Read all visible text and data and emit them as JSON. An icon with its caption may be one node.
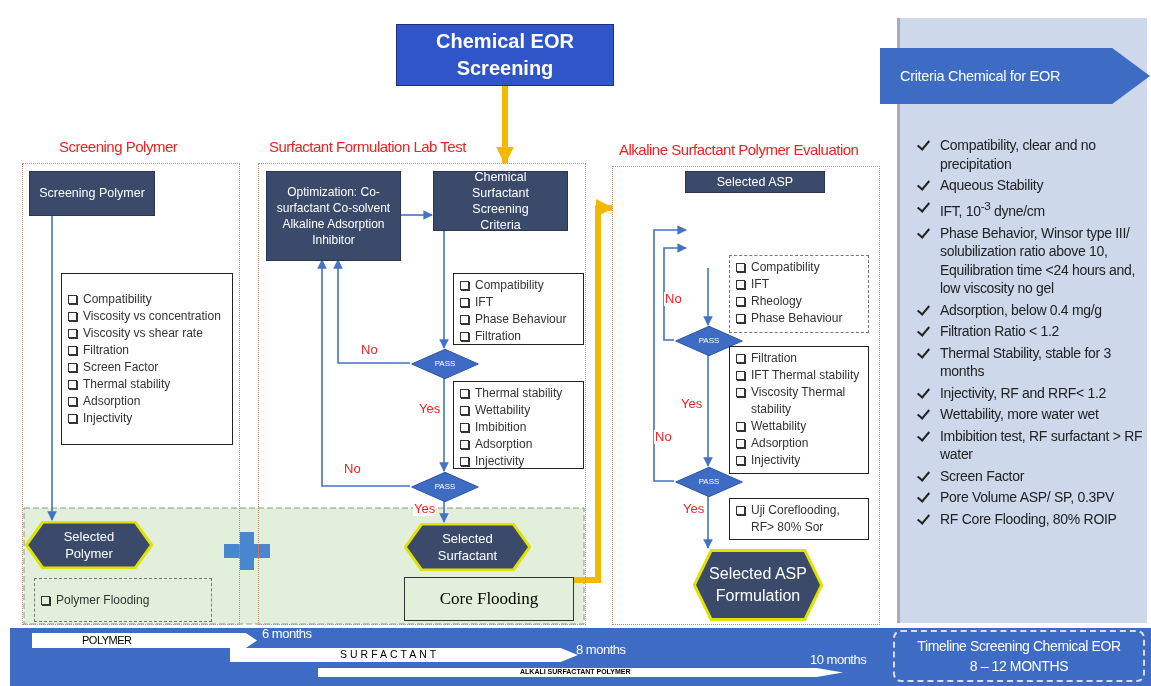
{
  "diagram": {
    "nodes": [
      {
        "text": [
          "Chemical EOR Screening"
        ]
      },
      {
        "text": [
          "Screening Polymer"
        ]
      },
      {
        "text": [
          "Screening Polymer"
        ],
        "in": 1
      },
      {
        "text": [
          "Compatibility",
          "Viscosity vs concentration",
          "Viscosity vs shear rate",
          "Filtration",
          "Screen Factor",
          "Thermal stability",
          "Adsorption",
          "Injectivity"
        ],
        "in": 1
      },
      {
        "text": [
          "Selected Polymer"
        ],
        "in": 1
      },
      {
        "text": [
          "Polymer Flooding"
        ],
        "in": 1
      },
      {
        "text": [
          "Surfactant Formulation Lab Test"
        ]
      },
      {
        "text": [
          "Optimization: Co-surfactant Co-solvent Alkaline Adsorption Inhibitor"
        ],
        "in": 6
      },
      {
        "text": [
          "Chemical Surfactant Screening Criteria"
        ],
        "in": 6
      },
      {
        "text": [
          "Compatibility",
          "IFT",
          "Phase Behaviour",
          "Filtration"
        ],
        "in": 6
      },
      {
        "text": [
          "PASS"
        ],
        "in": 6
      },
      {
        "text": [
          "Thermal stability",
          "Wettability",
          "Imbibition",
          "Adsorption",
          "Injectivity"
        ],
        "in": 6
      },
      {
        "text": [
          "PASS"
        ],
        "in": 6
      },
      {
        "text": [
          "Selected Surfactant"
        ],
        "in": 6
      },
      {
        "text": [
          "Core Flooding"
        ],
        "in": 6
      },
      {
        "text": [
          "Alkaline Surfactant Polymer Evaluation"
        ]
      },
      {
        "text": [
          "Selected ASP"
        ],
        "in": 15
      },
      {
        "text": [
          "Compatibility",
          "IFT",
          "Rheology",
          "Phase Behaviour"
        ],
        "in": 15
      },
      {
        "text": [
          "PASS"
        ],
        "in": 15
      },
      {
        "text": [
          "Filtration",
          "IFT Thermal stability",
          "Viscosity Thermal stability",
          "Wettability",
          "Adsorption",
          "Injectivity"
        ],
        "in": 15
      },
      {
        "text": [
          "PASS"
        ],
        "in": 15
      },
      {
        "text": [
          "Uji Coreflooding, RF> 80% Sor"
        ],
        "in": 15
      },
      {
        "text": [
          "Selected ASP Formulation"
        ],
        "in": 15
      }
    ],
    "edges": [
      {
        "from": 0,
        "to": 6,
        "arrow": "to",
        "style": "thick",
        "color": "#f5b800"
      },
      {
        "from": 2,
        "to": 4,
        "arrow": "to"
      },
      {
        "from": 7,
        "to": 8,
        "arrow": "to"
      },
      {
        "from": 8,
        "to": 10,
        "arrow": "to"
      },
      {
        "from": 10,
        "to": 7,
        "arrow": "to",
        "label": "No"
      },
      {
        "from": 10,
        "to": 12,
        "arrow": "to",
        "label": "Yes"
      },
      {
        "from": 12,
        "to": 7,
        "arrow": "to",
        "label": "No"
      },
      {
        "from": 12,
        "to": 13,
        "arrow": "to",
        "label": "Yes"
      },
      {
        "from": 14,
        "to": 15,
        "arrow": "to",
        "style": "thick",
        "color": "#f5b800"
      },
      {
        "from": null,
        "to": 18,
        "arrow": "to"
      },
      {
        "from": 18,
        "to": null,
        "arrow": "to",
        "label": "No"
      },
      {
        "from": 18,
        "to": 20,
        "arrow": "to",
        "label": "Yes"
      },
      {
        "from": 20,
        "to": null,
        "arrow": "to",
        "label": "No"
      },
      {
        "from": 20,
        "to": 22,
        "arrow": "to",
        "label": "Yes"
      }
    ],
    "labels": [
      "Criteria Chemical for EOR",
      "Compatibility, clear and no precipitation",
      "Aqueous Stability",
      "IFT, 10$^{-3}$ dyne/cm",
      "Phase Behavior, Winsor type III/ solubilization ratio above 10, Equilibration time <24 hours and, low viscosity no gel",
      "Adsorption, below 0.4 mg/g",
      "Filtration Ratio < 1.2",
      "Thermal Stability, stable for 3 months",
      "Injectivity, RF and RRF< 1.2",
      "Wettability, more water wet",
      "Imbibition test, RF surfactant > RF water",
      "Screen Factor",
      "Pore Volume ASP/ SP, 0.3PV",
      "RF Core Flooding, 80% ROIP",
      "POLYMER",
      "6 months",
      "SURFACTANT",
      "8 months",
      "ALKALI SURFACTANT POLYMER",
      "10 months",
      "Timeline Screening Chemical EOR",
      "8 – 12 MONTHS"
    ]
  }
}
